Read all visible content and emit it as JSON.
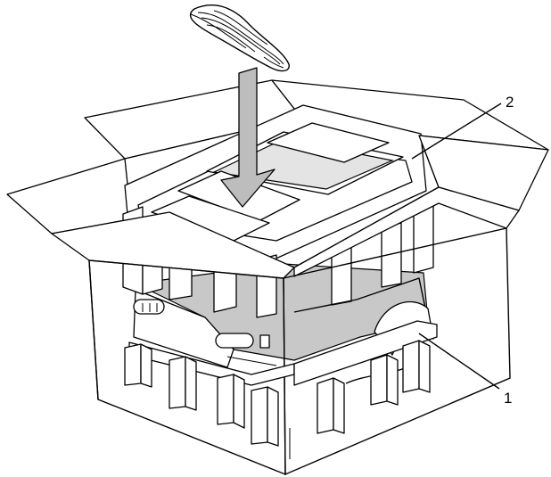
{
  "callouts": [
    {
      "number": "1",
      "target": "lower-foam-insert"
    },
    {
      "number": "2",
      "target": "top-carton-tray"
    }
  ],
  "icons": {
    "cable": "power-cord-icon",
    "arrow": "down-arrow-icon"
  },
  "colors": {
    "line": "#000000",
    "fill_white": "#ffffff",
    "fill_gray": "#c8c8c8",
    "arrow_fill": "#bdbdbd"
  }
}
